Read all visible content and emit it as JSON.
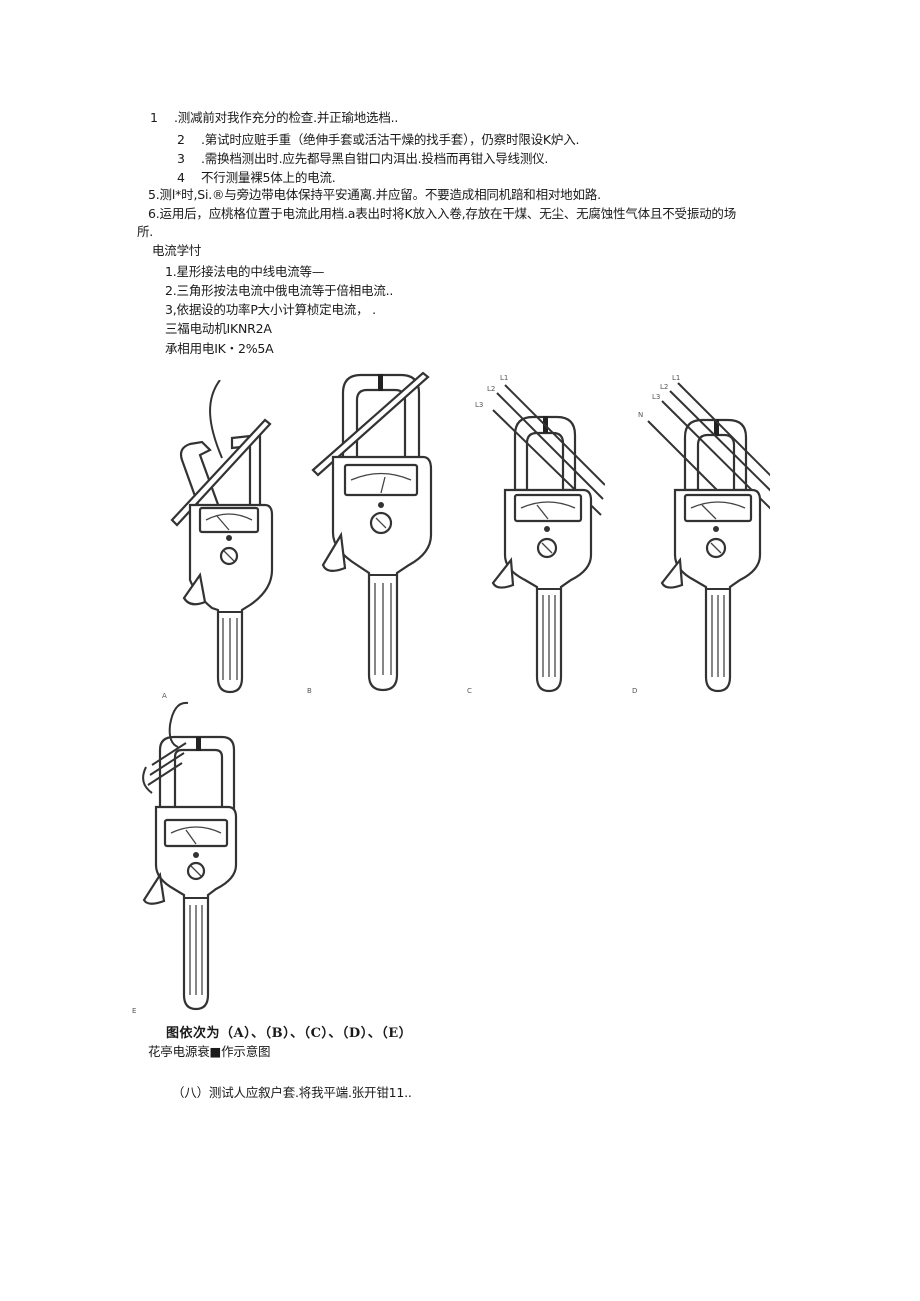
{
  "precautions": [
    {
      "num": "1",
      "text": ".测减前对我作充分的检查.并正瑜地选档.."
    },
    {
      "num": "2",
      "text": ".第试时应赃手重（绝伸手套或活沽干燥的找手套），仍察时限设K炉入."
    },
    {
      "num": "3",
      "text": ".需换档测出时.应先都导黑自钳口内洱出.投档而再钳入导线测仪."
    },
    {
      "num": "4",
      "text": "不行测量裸5体上的电流."
    },
    {
      "num": "",
      "text": "5.测l*时,Si.®与旁边带电体保持平安通离.并应留。不要造成相同机踣和相对地如路."
    },
    {
      "num": "",
      "text": "6.运用后，应桃格位置于电流此用档.a表出时将K放入入卷,存放在干煤、无尘、无腐蚀性气体且不受振动的场"
    },
    {
      "num": "",
      "text": "所."
    }
  ],
  "current_section": {
    "heading": "电流学忖",
    "items": [
      "1.星形接法电的中线电流等—",
      "2.三角形按法电流中俄电流等于倍相电流..",
      "3,依据设的功率P大小计算桢定电流，  .",
      "三福电动机IKNR2A",
      "承相用电IK・2%5A"
    ]
  },
  "figures": {
    "labels": [
      "A",
      "B",
      "C",
      "D",
      "E"
    ],
    "wire_labels_c": [
      "L1",
      "L2",
      "L3"
    ],
    "wire_labels_d": [
      "L1",
      "L2",
      "L3",
      "N"
    ],
    "caption_bold": "图依次为（A）、（B）、（C）、（D）、（E）",
    "caption": "花亭电源衰■作示意图"
  },
  "footer_item": "（八）测试人应叙户套.将我平端.张开钳11.."
}
